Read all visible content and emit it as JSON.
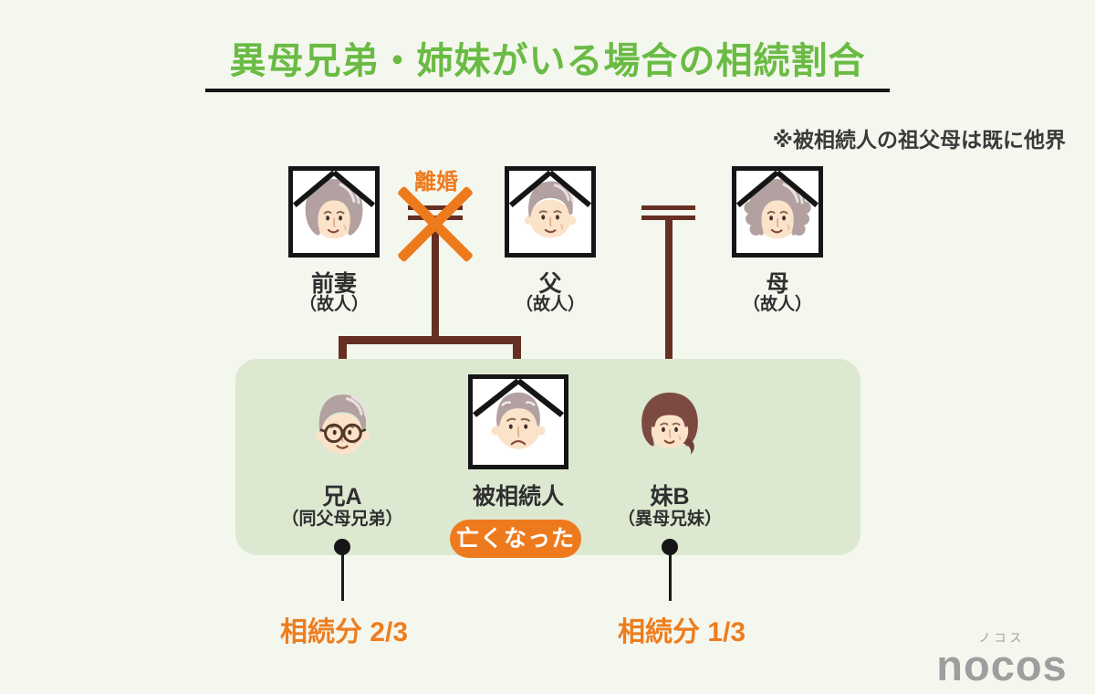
{
  "title": "異母兄弟・姉妹がいる場合の相続割合",
  "note": "※被相続人の祖父母は既に他界",
  "divorce_label": "離婚",
  "people": {
    "ex_wife": {
      "name": "前妻",
      "sub": "（故人）"
    },
    "father": {
      "name": "父",
      "sub": "（故人）"
    },
    "mother": {
      "name": "母",
      "sub": "（故人）"
    },
    "brother_a": {
      "name": "兄A",
      "sub": "（同父母兄弟）",
      "share": "相続分 2/3"
    },
    "decedent": {
      "name": "被相続人",
      "badge": "亡くなった"
    },
    "sister_b": {
      "name": "妹B",
      "sub": "（異母兄妹）",
      "share": "相続分 1/3"
    }
  },
  "logo": {
    "ruby": "ノコス",
    "main": "nocos"
  },
  "colors": {
    "title_green": "#6abb44",
    "accent_orange": "#ee7a1e",
    "line_maroon": "#662f23",
    "panel_green": "#dde8d1",
    "background": "#f4f7ee",
    "text_dark": "#2f2f2f",
    "logo_gray": "#9e9e9e"
  }
}
